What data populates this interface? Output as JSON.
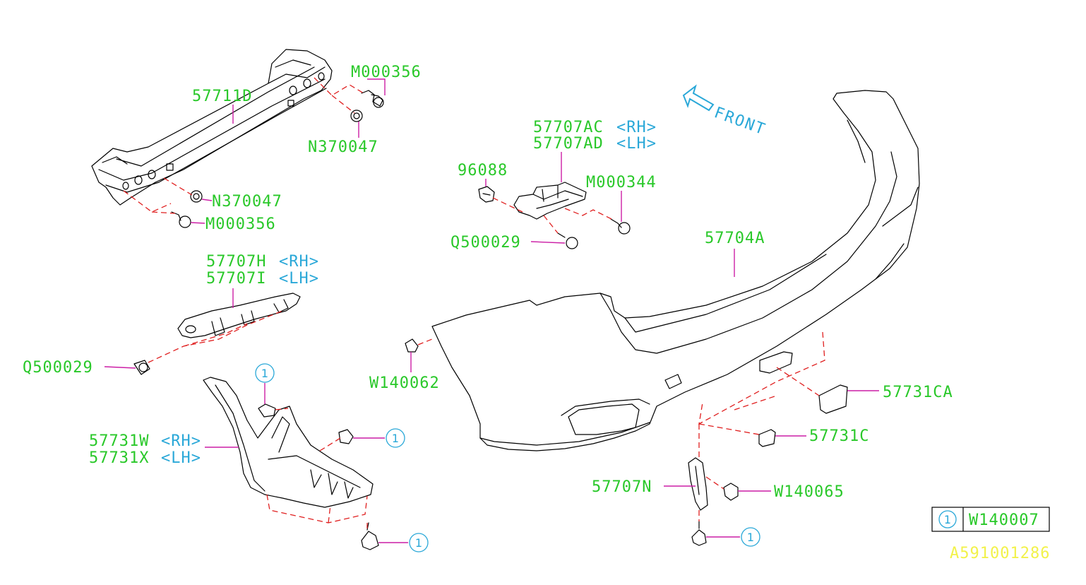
{
  "labels": {
    "p57711D": "57711D",
    "m356_top": "M000356",
    "n047_top": "N370047",
    "n047_mid": "N370047",
    "m356_mid": "M000356",
    "p57707AC": "57707AC",
    "rh_ac": "<RH>",
    "p57707AD": "57707AD",
    "lh_ad": "<LH>",
    "p96088": "96088",
    "m344": "M000344",
    "q029_upper": "Q500029",
    "p57704A": "57704A",
    "p57707H": "57707H",
    "rh_h": "<RH>",
    "p57707I": "57707I ",
    "lh_i": "<LH>",
    "q029_left": "Q500029",
    "w062": "W140062",
    "p57731CA": "57731CA",
    "p57731W": "57731W",
    "rh_w": "<RH>",
    "p57731X": "57731X ",
    "lh_x": "<LH>",
    "p57731C": "57731C",
    "p57707N": "57707N",
    "w065": "W140065",
    "front": "FRONT",
    "ref_num": "1",
    "legend_num": "1",
    "legend_part": "W140007",
    "diagram_code": "A591001286"
  },
  "colors": {
    "part_number": "#29c829",
    "side_note": "#2aa8d8",
    "leader": "#cc1fa6",
    "dashed_link": "#e02020",
    "diagram_code": "#f2f24a",
    "outline": "#000000"
  },
  "icons": {
    "front_arrow": "arrow-icon",
    "reference_marker": "circled-one-icon"
  }
}
